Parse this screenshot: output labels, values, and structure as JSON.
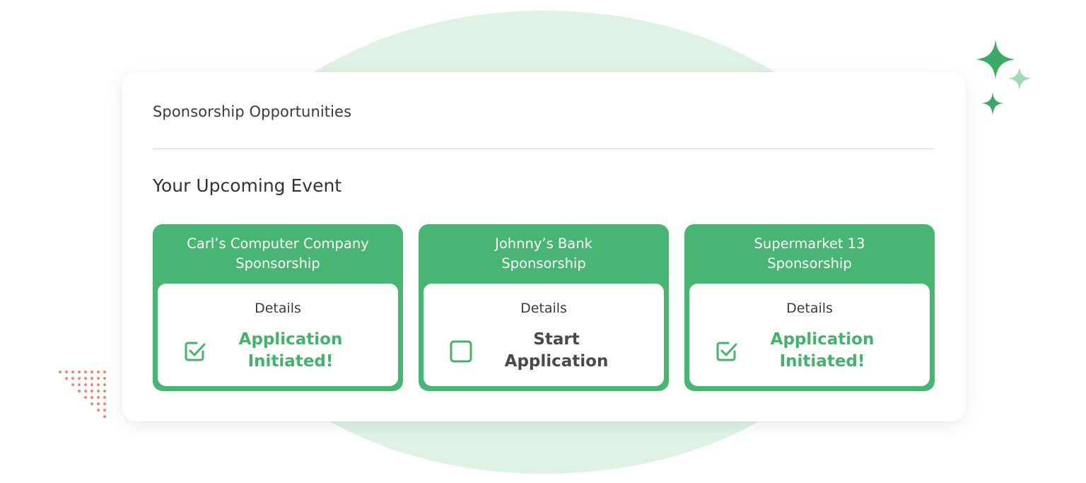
{
  "panel": {
    "title": "Sponsorship Opportunities",
    "section_title": "Your Upcoming Event"
  },
  "cards": [
    {
      "title_line1": "Carl’s Computer Company",
      "title_line2": "Sponsorship",
      "details_label": "Details",
      "action_line1": "Application",
      "action_line2": "Initiated!",
      "checked": true,
      "icon": "checkbox-checked-icon"
    },
    {
      "title_line1": "Johnny’s Bank",
      "title_line2": "Sponsorship",
      "details_label": "Details",
      "action_line1": "Start",
      "action_line2": "Application",
      "checked": false,
      "icon": "checkbox-empty-icon"
    },
    {
      "title_line1": "Supermarket 13",
      "title_line2": "Sponsorship",
      "details_label": "Details",
      "action_line1": "Application",
      "action_line2": "Initiated!",
      "checked": true,
      "icon": "checkbox-checked-icon"
    }
  ],
  "colors": {
    "card_green": "#48b672",
    "text_green": "#45b26b",
    "background_blob": "#dff2e6",
    "sparkle_dark": "#3aa866",
    "sparkle_light": "#9fdab5",
    "dots_orange": "#f0866a"
  }
}
